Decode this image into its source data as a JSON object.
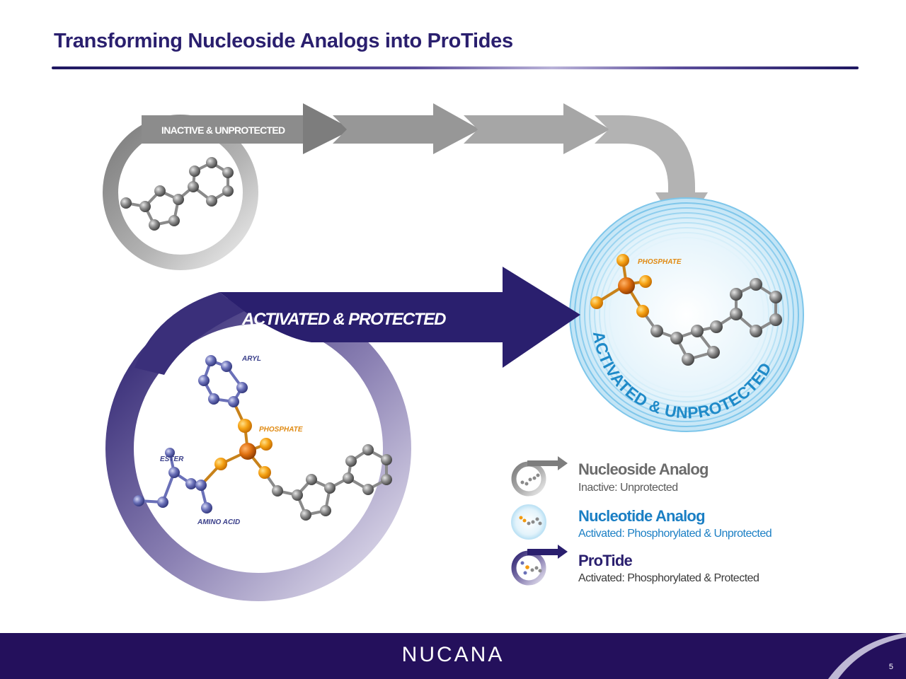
{
  "slide": {
    "title": "Transforming Nucleoside Analogs into ProTides",
    "page_number": "5"
  },
  "diagram": {
    "inactive_label": "INACTIVE & UNPROTECTED",
    "activated_protected_label": "ACTIVATED & PROTECTED",
    "activated_unprotected_label": "ACTIVATED & UNPROTECTED",
    "molecule_labels": {
      "phosphate_top": "PHOSPHATE",
      "aryl": "ARYL",
      "phosphate_bottom": "PHOSPHATE",
      "ester": "ESTER",
      "amino_acid": "AMINO ACID"
    }
  },
  "legend": {
    "items": [
      {
        "title": "Nucleoside Analog",
        "subtitle": "Inactive: Unprotected",
        "color": "#6b6b6b"
      },
      {
        "title": "Nucleotide Analog",
        "subtitle": "Activated: Phosphorylated & Unprotected",
        "color": "#1b7fc4"
      },
      {
        "title": "ProTide",
        "subtitle": "Activated: Phosphorylated & Protected",
        "color": "#2a1f6e"
      }
    ]
  },
  "footer": {
    "logo_text": "NUCANA"
  },
  "colors": {
    "navy": "#2a1f6e",
    "footer": "#24105c",
    "gray_arrow": "#8e8e8e",
    "phosphate_orange": "#f39a10",
    "light_blue": "#7ec6ea"
  }
}
